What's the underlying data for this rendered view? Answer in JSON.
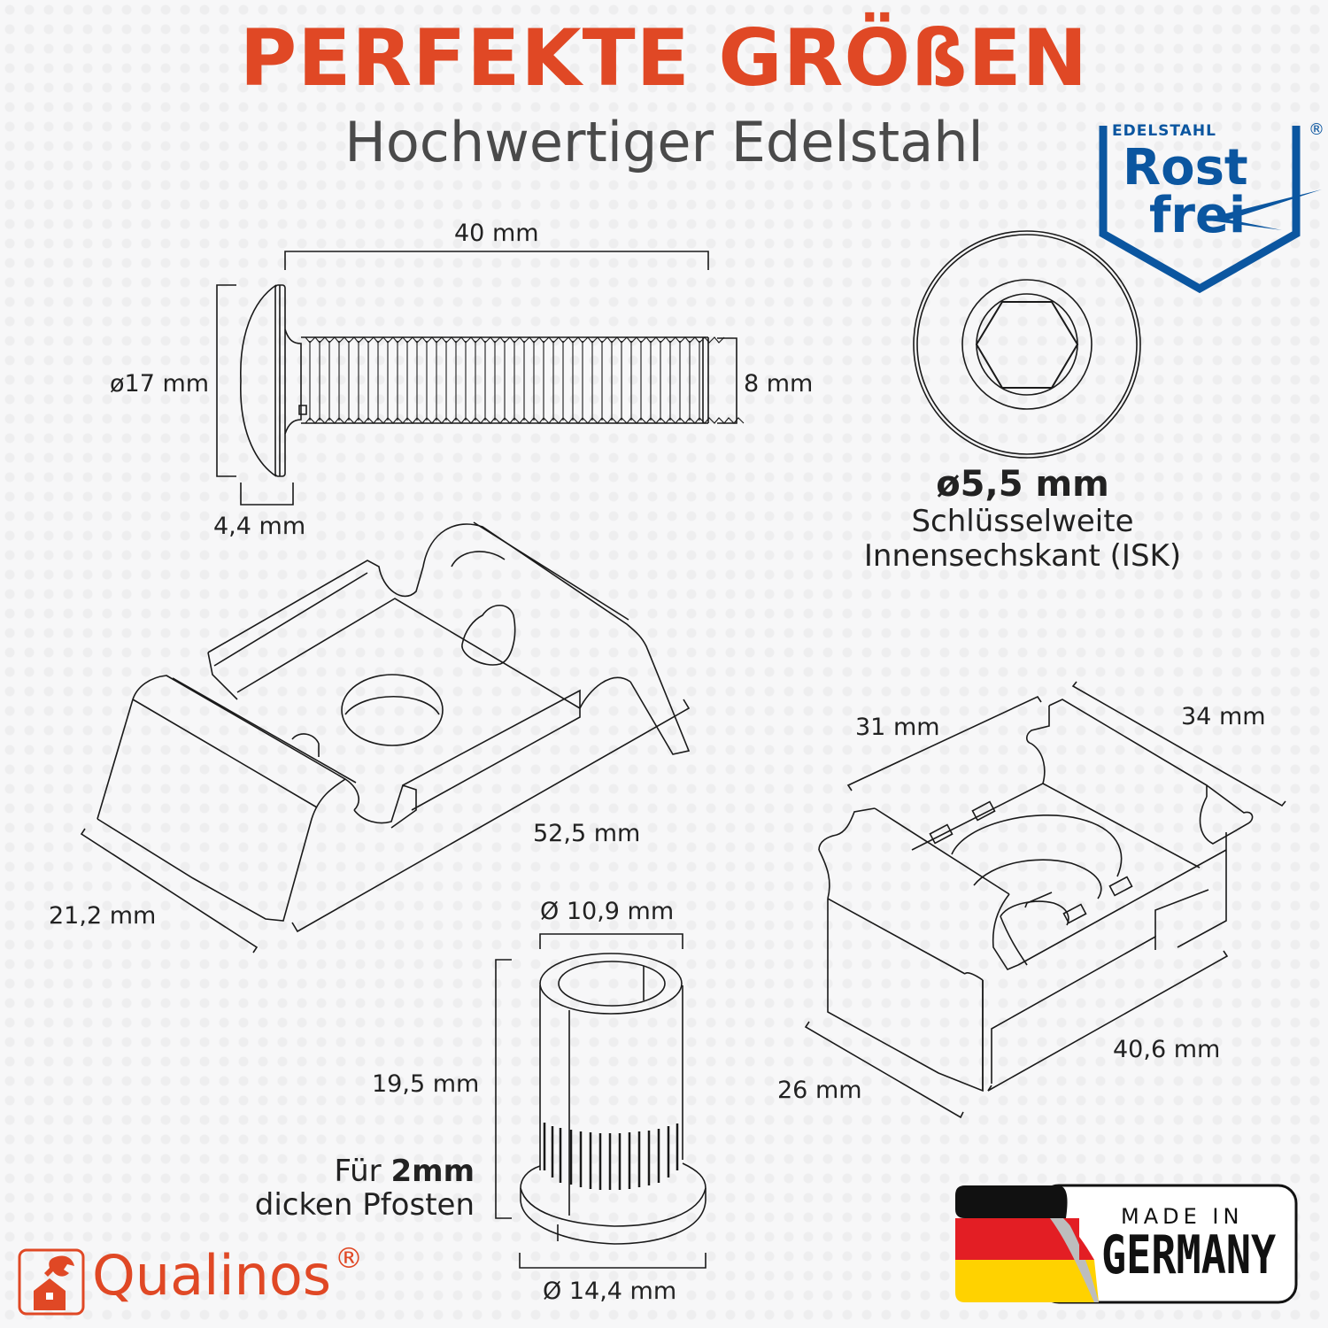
{
  "header": {
    "title": "PERFEKTE GRÖßEN",
    "subtitle": "Hochwertiger Edelstahl"
  },
  "colors": {
    "accent": "#e04825",
    "subtitle_gray": "#4a4a4a",
    "badge_blue": "#0b56a0",
    "flag_black": "#111111",
    "flag_red": "#e31e24",
    "flag_gold": "#ffd200"
  },
  "badge_rostfrei": {
    "top_label": "EDELSTAHL",
    "registered": "®",
    "line1": "Rost",
    "line2": "frei",
    "icon": "airplane-swoosh-icon"
  },
  "screw": {
    "length": "40 mm",
    "head_diameter": "ø17 mm",
    "thread_diameter": "8 mm",
    "head_height": "4,4 mm"
  },
  "hex_socket": {
    "size": "ø5,5 mm",
    "label_line1": "Schlüsselweite",
    "label_line2": "Innensechskant (ISK)"
  },
  "clamp": {
    "length": "52,5 mm",
    "width": "21,2 mm"
  },
  "rivet_nut": {
    "top_diameter": "Ø 10,9 mm",
    "height": "19,5 mm",
    "flange_diameter": "Ø 14,4 mm",
    "note_prefix": "Für ",
    "note_bold": "2mm",
    "note_line2": "dicken Pfosten"
  },
  "cage_nut": {
    "depth_top": "31 mm",
    "width_top": "34 mm",
    "height": "26 mm",
    "length": "40,6 mm"
  },
  "made_in": {
    "line1": "MADE IN",
    "line2": "GERMANY"
  },
  "brand": {
    "name": "Qualinos",
    "registered": "®",
    "icon": "house-wrench-icon"
  }
}
